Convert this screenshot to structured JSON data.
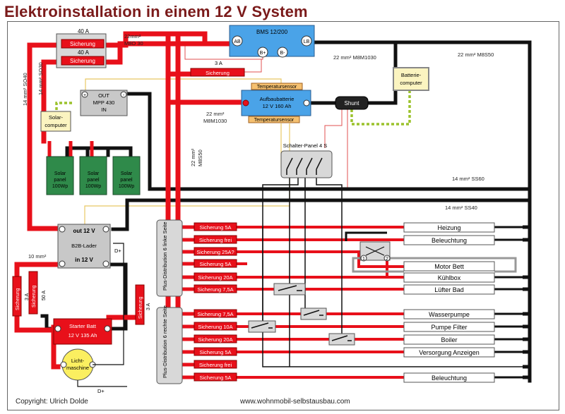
{
  "title": "Elektroinstallation in einem 12 V System",
  "footer": {
    "copyright": "Copyright: Ulrich Dolde",
    "website": "www.wohnmobil-selbstausbau.com"
  },
  "colors": {
    "title": "#7a1a1a",
    "positive": "#e8101a",
    "negative": "#111111",
    "signal": "#e8c864",
    "bus": "#8fb2e8",
    "panel": "#2f8a4a",
    "sense": "#9bc22c"
  },
  "bms": {
    "label": "BMS 12/200",
    "ab": "AB",
    "lb": "LB",
    "bplus": "B+",
    "bminus": "B-"
  },
  "fuse_box": {
    "top_rating": "40 A",
    "fuse1": "Sicherung",
    "mid_rating": "40 A",
    "fuse2": "Sicherung"
  },
  "cables": {
    "m830": "22mm²",
    "m830b": "M8O 30",
    "so40": "14 mm² SO40",
    "so30": "14 mm² SO30",
    "m8m1030_top": "22 mm² M8M1030",
    "m8s50_top": "22 mm² M8S50",
    "m8m1030_mid1": "22 mm²",
    "m8m1030_mid2": "M8M1030",
    "m8s50_vert": "22 mm²",
    "m8s50_vert2": "M8S50",
    "ss60": "14 mm² SS60",
    "ss40": "14 mm² SS40",
    "ten": "10 mm²"
  },
  "fuse_3a_top": {
    "rating": "3 A",
    "label": "Sicherung"
  },
  "mppt": {
    "out": "OUT",
    "model": "MPP 430",
    "in": "IN"
  },
  "solar_computer": {
    "line1": "Solar-",
    "line2": "computer"
  },
  "battery_computer": {
    "line1": "Batterie-",
    "line2": "computer"
  },
  "aux_battery": {
    "sensor_top": "Temperatursensor",
    "line1": "Aufbaubatterie",
    "line2": "12 V 160 Ah",
    "sensor_bottom": "Temperatursensor"
  },
  "shunt": "Shunt",
  "switch_panel": "Schalter-Panel 4 S",
  "solar_panels": [
    {
      "line1": "Solar",
      "line2": "panel",
      "line3": "100Wp"
    },
    {
      "line1": "Solar",
      "line2": "panel",
      "line3": "100Wp"
    },
    {
      "line1": "Solar",
      "line2": "panel",
      "line3": "100Wp"
    }
  ],
  "b2b": {
    "out": "out 12 V",
    "name": "B2B-Lader",
    "in": "in 12 V",
    "dplus": "D+"
  },
  "fuse_left": {
    "rating1": "3 A",
    "rating2": "50 A",
    "label": "Sicherung"
  },
  "fuse_right": {
    "rating": "3 A",
    "label": "Sicherung"
  },
  "starter_batt": {
    "line1": "Starter Batt",
    "line2": "12 V 135 Ah"
  },
  "alternator": {
    "line1": "Licht-",
    "line2": "maschine",
    "dplus": "D+"
  },
  "dist_left": {
    "title": "Plus-Distribution 6 linke Seite",
    "fuses": [
      "Sicherung 5A",
      "Sicherung frei",
      "Sicherung 25A?",
      "Sicherung 5A",
      "Sicherung 20A",
      "Sicherung 7,5A"
    ]
  },
  "dist_right": {
    "title": "Plus-Distribution 6 rechte Seite",
    "fuses": [
      "Sicherung 7,5A",
      "Sicherung 10A",
      "Sicherung 20A",
      "Sicherung 5A",
      "Sicherung frei",
      "Sicherung 5A"
    ]
  },
  "consumers": [
    "Heizung",
    "Beleuchtung",
    "Motor Bett",
    "Kühlbox",
    "Lüfter Bad",
    "Wasserpumpe",
    "Pumpe Filter",
    "Boiler",
    "Versorgung Anzeigen",
    "Beleuchtung"
  ],
  "motor_switch": {
    "one": "1",
    "two": "2"
  }
}
